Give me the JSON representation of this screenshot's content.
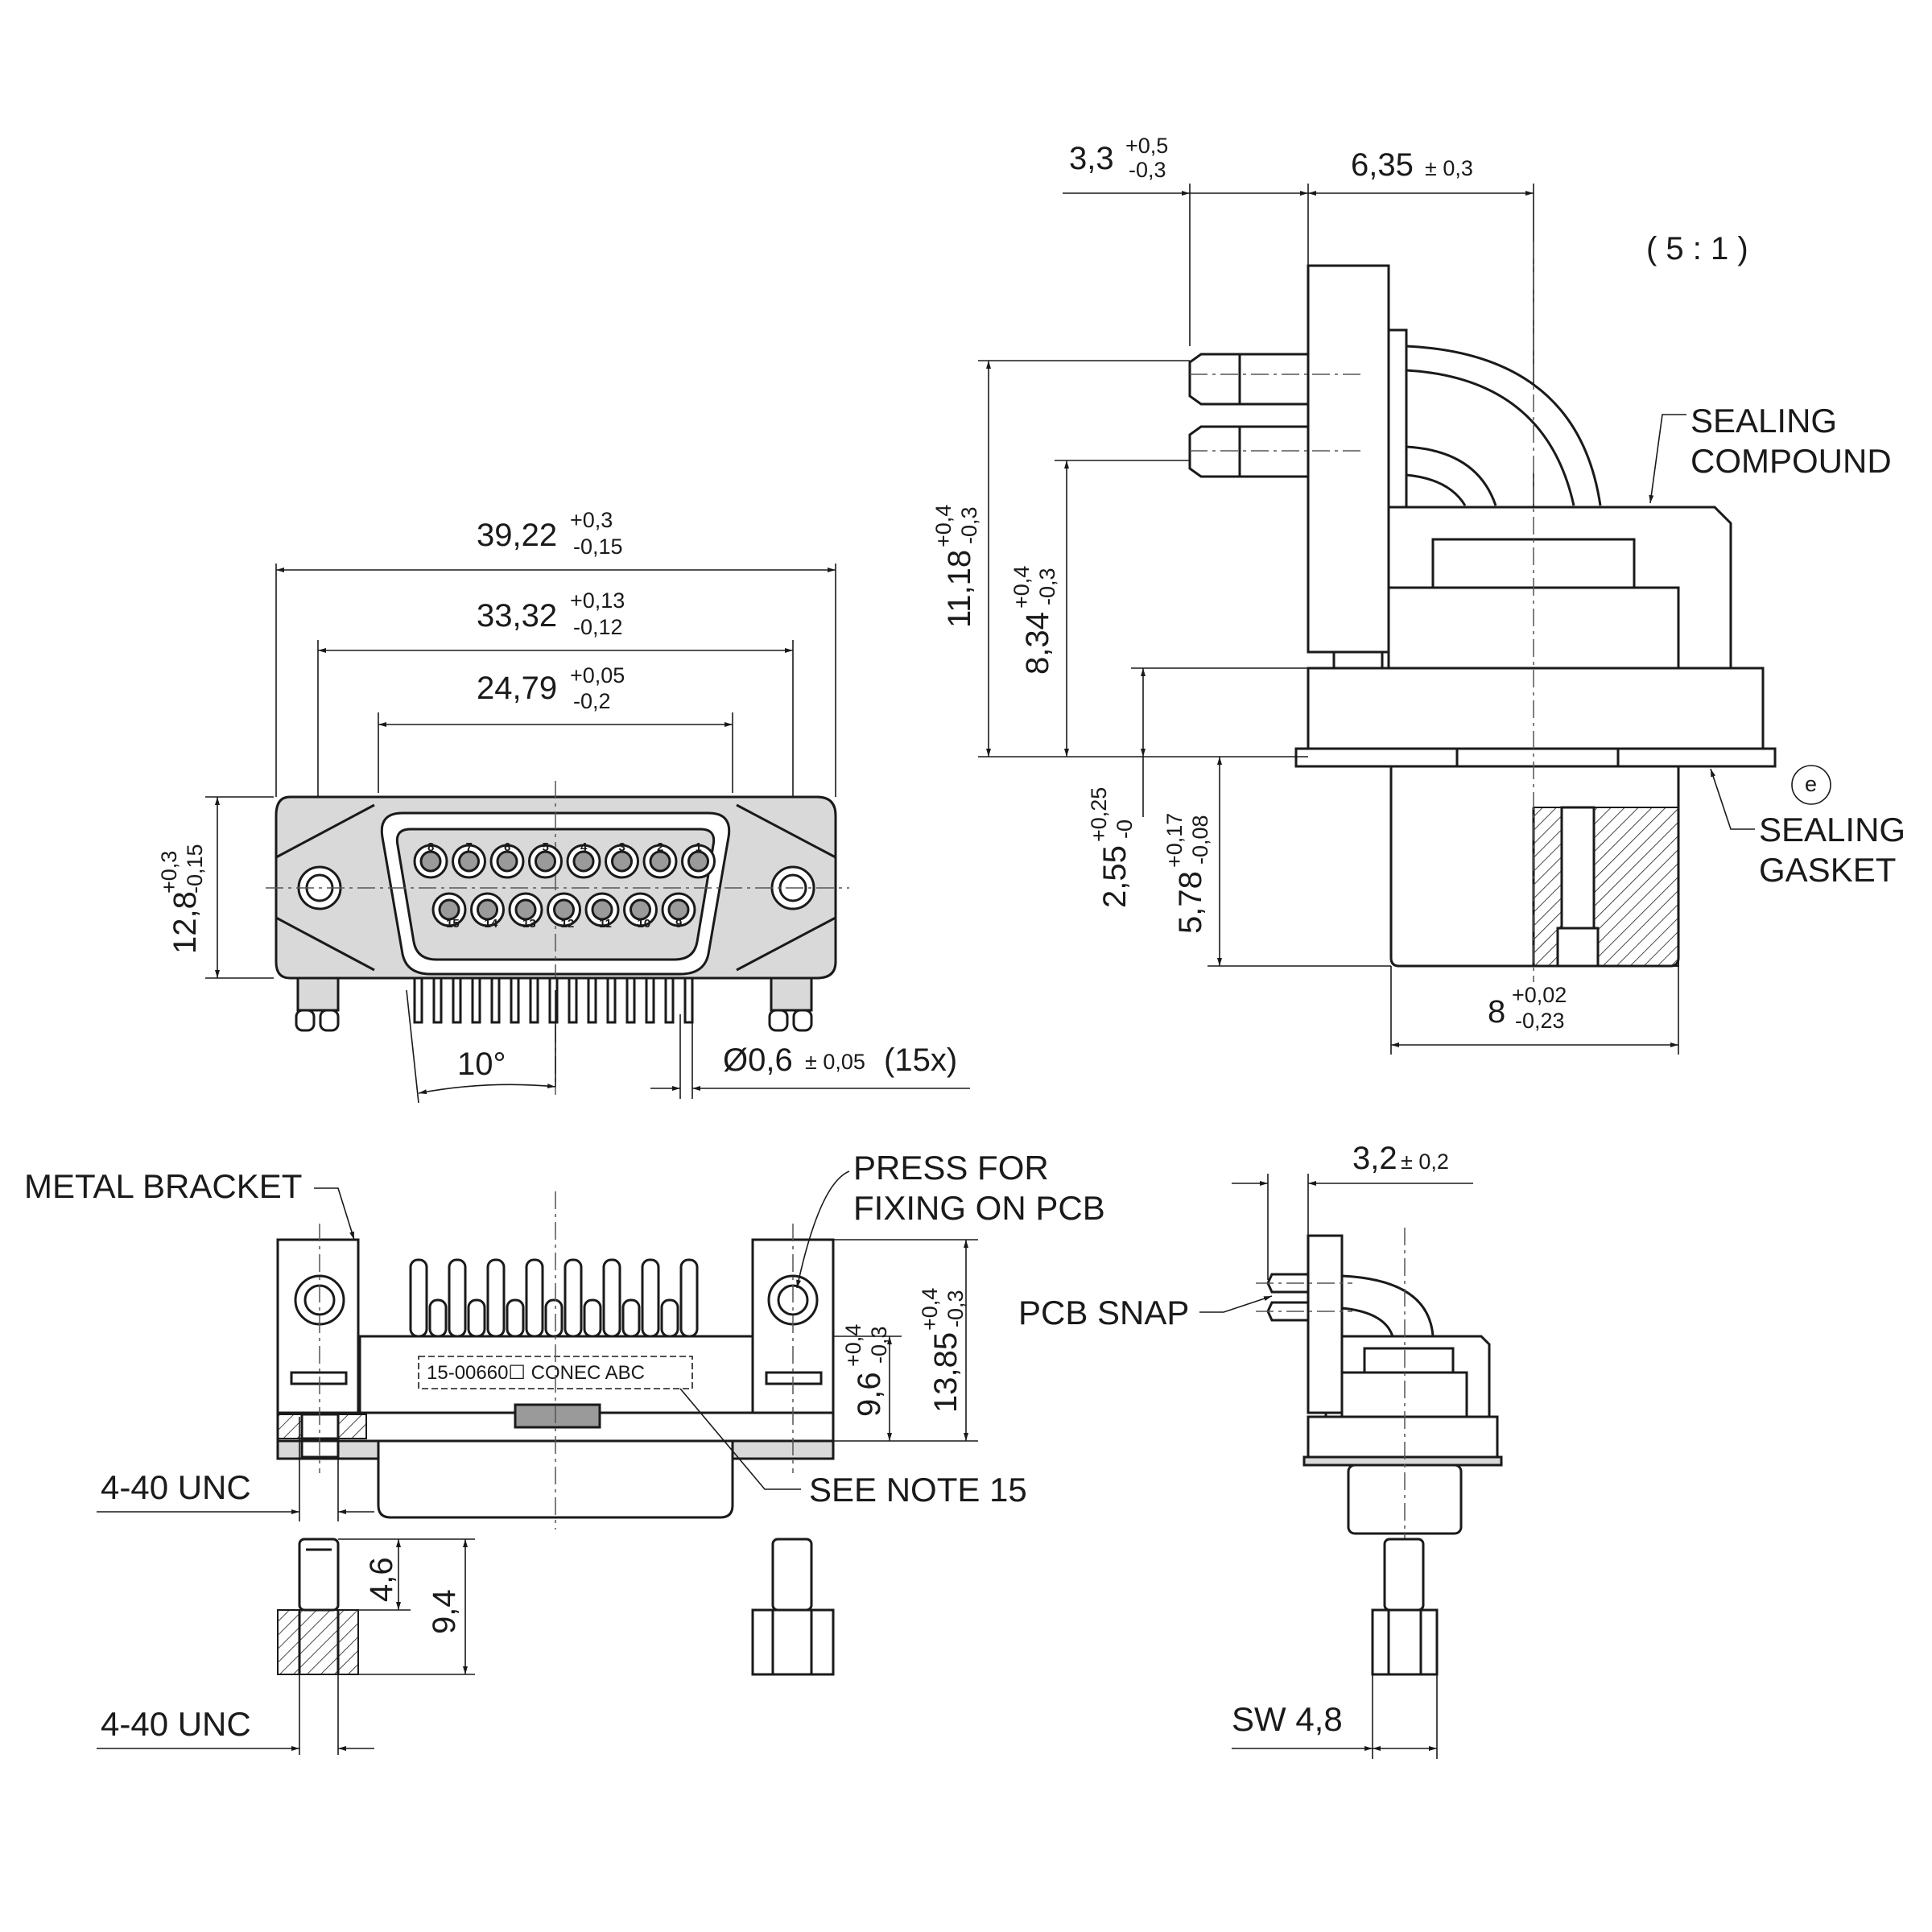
{
  "scale": "( 5 : 1 )",
  "front_view": {
    "dim_overall_width": {
      "value": "39,22",
      "tol_plus": "+0,3",
      "tol_minus": "-0,15"
    },
    "dim_hole_spacing": {
      "value": "33,32",
      "tol_plus": "+0,13",
      "tol_minus": "-0,12"
    },
    "dim_shell_width": {
      "value": "24,79",
      "tol_plus": "+0,05",
      "tol_minus": "-0,2"
    },
    "dim_height": {
      "value": "12,8",
      "tol_plus": "+0,3",
      "tol_minus": "-0,15"
    },
    "angle": "10°",
    "pin_diameter": {
      "value": "Ø0,6",
      "tol": "± 0,05",
      "count": "(15x)"
    },
    "pins_top": [
      "8",
      "7",
      "6",
      "5",
      "4",
      "3",
      "2",
      "1"
    ],
    "pins_bottom": [
      "15",
      "14",
      "13",
      "12",
      "11",
      "10",
      "9"
    ]
  },
  "side_view": {
    "dim_pin_length": {
      "value": "3,3",
      "tol_plus": "+0,5",
      "tol_minus": "-0,3"
    },
    "dim_depth": {
      "value": "6,35",
      "tol": "± 0,3"
    },
    "dim_row1_height": {
      "value": "11,18",
      "tol_plus": "+0,4",
      "tol_minus": "-0,3"
    },
    "dim_row2_height": {
      "value": "8,34",
      "tol_plus": "+0,4",
      "tol_minus": "-0,3"
    },
    "dim_flange": {
      "value": "2,55",
      "tol_plus": "+0,25",
      "tol_minus": "-0"
    },
    "dim_shell_depth": {
      "value": "5,78",
      "tol_plus": "+0,17",
      "tol_minus": "-0,08"
    },
    "dim_shell_height": {
      "value": "8",
      "tol_plus": "+0,02",
      "tol_minus": "-0,23"
    },
    "sealing_compound": [
      "SEALING",
      "COMPOUND"
    ],
    "sealing_gasket": [
      "SEALING",
      "GASKET"
    ],
    "circle_mark": "e"
  },
  "bottom_view": {
    "metal_bracket": "METAL BRACKET",
    "press_note": [
      "PRESS FOR",
      "FIXING ON PCB"
    ],
    "part_marking": "15-00660☐  CONEC  ABC",
    "see_note": "SEE NOTE 15",
    "thread_top": "4-40 UNC",
    "thread_bottom": "4-40 UNC",
    "dim_standoff_a": "4,6",
    "dim_standoff_b": "9,4",
    "dim_pcb_height": {
      "value": "9,6",
      "tol_plus": "+0,4",
      "tol_minus": "-0,3"
    },
    "dim_total_height": {
      "value": "13,85",
      "tol_plus": "+0,4",
      "tol_minus": "-0,3"
    }
  },
  "small_side_view": {
    "dim_snap": {
      "value": "3,2",
      "tol": "± 0,2"
    },
    "pcb_snap": "PCB SNAP",
    "wrench": "SW 4,8"
  }
}
